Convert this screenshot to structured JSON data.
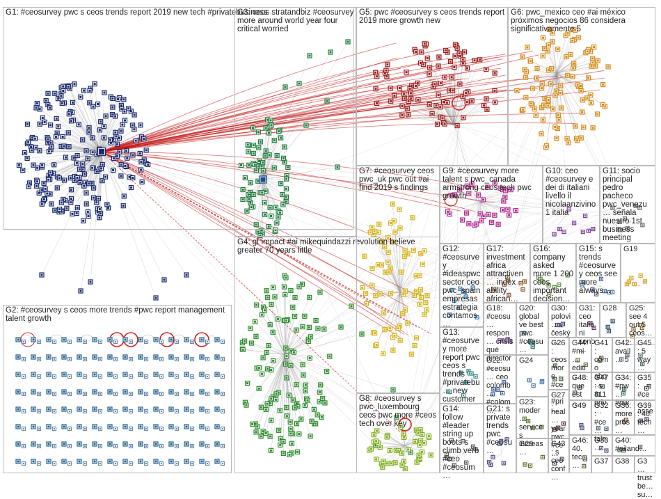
{
  "groups": [
    {
      "id": "G1",
      "label": "G1: #ceosurvey pwc s ceos trends report 2019 new tech #privatebusiness",
      "color": "#1a2a6c"
    },
    {
      "id": "G2",
      "label": "G2: #ceosurvey s ceos more trends #pwc report management talent growth",
      "color": "#1f5f8b"
    },
    {
      "id": "G3",
      "label": "G3: ceos stratandbiz #ceosurvey more around world year four critical worried",
      "color": "#1e7a3c"
    },
    {
      "id": "G4",
      "label": "G4: gt impact #ai mikequindazzi revolution believe greater 70 years little",
      "color": "#2c8a2c"
    },
    {
      "id": "G5",
      "label": "G5: pwc #ceosurvey s ceos trends report 2019 more growth new",
      "color": "#9b1b1b"
    },
    {
      "id": "G6",
      "label": "G6: pwc_mexico ceo #ai méxico próximos negocios 86 considera significativamente 5",
      "color": "#d48a1a"
    },
    {
      "id": "G7",
      "label": "G7: #ceosurvey ceos pwc_uk pwc out #ai find 2019 s findings",
      "color": "#d4b21a"
    },
    {
      "id": "G8",
      "label": "G8: #ceosurvey s pwc_luxembourg ceos pwc more #ceos tech over key",
      "color": "#7fae1a"
    },
    {
      "id": "G9",
      "label": "G9: #ceosurvey more talent s pwc_canada armstrong ceos tech pwc growth",
      "color": "#b02a8a"
    },
    {
      "id": "G10",
      "label": "G10: ceo #ceosurvey e dei di italiani livello il nicolaanzivino1 italia",
      "color": "#7a3a9a"
    },
    {
      "id": "G11",
      "label": "G11: socio principal pedro pacheco pwc_venezu… señala nuestro 1st business meeting",
      "color": "#6a6a6a"
    },
    {
      "id": "G12",
      "label": "G12: #ceosurvey #ideaspwc sector ceo pwc_spain empresas estrategia contamos…",
      "color": "#3a7ab0"
    },
    {
      "id": "G13",
      "label": "G13: #ceosurvey more report pwc ceos s trends #privatebu… new customer",
      "color": "#3a8a8a"
    },
    {
      "id": "G14",
      "label": "G14: follow #leader string up boots s climb verb #ceo #ceosum…",
      "color": "#5a5a5a"
    },
    {
      "id": "G15",
      "label": "G15: s trends #ceosurvey ceos see more always…",
      "color": "#4a6a9a"
    },
    {
      "id": "G16",
      "label": "G16: company asked more 1 200 ceos important decision…",
      "color": "#5a8a3a"
    },
    {
      "id": "G17",
      "label": "G17: investment africa attractiven… index ability african…",
      "color": "#8a5a2a"
    },
    {
      "id": "G18",
      "label": "G18: #ceosu… respon… crisis qué director…",
      "color": "#6a4a8a"
    },
    {
      "id": "G19",
      "label": "G19",
      "color": "#d4a01a"
    },
    {
      "id": "G20",
      "label": "G20: global ve best pwc #ceosu…",
      "color": "#2a6a6a"
    },
    {
      "id": "G21",
      "label": "G21: s private trends pwc #ceosu…",
      "color": "#4a4a8a"
    },
    {
      "id": "G22",
      "label": "G22: #ceosu… ceo colomb… #colom…",
      "color": "#3a5a9a"
    },
    {
      "id": "G23",
      "label": "G23: moder… services increas…",
      "color": "#5a7a3a"
    },
    {
      "id": "G24",
      "label": "G24",
      "color": "#4a7ab0"
    },
    {
      "id": "G25",
      "label": "G25: see 4 out 5 ceos…",
      "color": "#8a6a2a"
    },
    {
      "id": "G26",
      "label": "G26: ceos more #ce… #pri…",
      "color": "#3a5a3a"
    },
    {
      "id": "G27",
      "label": "G27: heal… year pwc #ce…",
      "color": "#5a3a3a"
    },
    {
      "id": "G28",
      "label": "G28",
      "color": "#2a4a6a"
    },
    {
      "id": "G29",
      "label": "G29",
      "color": "#6a6a2a"
    },
    {
      "id": "G30",
      "label": "G30: polovi… český…",
      "color": "#3a3a6a"
    },
    {
      "id": "G31",
      "label": "G31: ceo italiani sono…",
      "color": "#6a3a6a"
    },
    {
      "id": "G32",
      "label": "G32: #ce… tale…",
      "color": "#4a5a6a"
    },
    {
      "id": "G33",
      "label": "G33",
      "color": "#5a5a7a"
    },
    {
      "id": "G34",
      "label": "G34: #pw… #pw…",
      "color": "#3a6a4a"
    },
    {
      "id": "G35",
      "label": "G35: #ce… asse…",
      "color": "#4a4a4a"
    },
    {
      "id": "G36",
      "label": "G36: more pros…",
      "color": "#6a4a3a"
    },
    {
      "id": "G37",
      "label": "G37",
      "color": "#3a4a7a"
    },
    {
      "id": "G38",
      "label": "G38",
      "color": "#4a6a6a"
    },
    {
      "id": "G39",
      "label": "G39: 40. tech…",
      "color": "#5a4a6a"
    },
    {
      "id": "G40",
      "label": "G40: #oiland…",
      "color": "#4a5a4a"
    },
    {
      "id": "G41",
      "label": "G41: cómo abo…",
      "color": "#6a5a4a"
    },
    {
      "id": "G42",
      "label": "G42: avail… 5",
      "color": "#5a6a7a"
    },
    {
      "id": "G43",
      "label": "G43: s ceo conf…",
      "color": "#4a4a6a"
    },
    {
      "id": "G44",
      "label": "G44: #mi… editi…",
      "color": "#6a6a4a"
    },
    {
      "id": "G45",
      "label": "G45: 5 way…",
      "color": "#4a6a5a"
    },
    {
      "id": "G46",
      "label": "G46: 40. tec…",
      "color": "#5a5a4a"
    },
    {
      "id": "G47",
      "label": "G47: s 811 priv…",
      "color": "#3a5a5a"
    },
    {
      "id": "G48",
      "label": "G48: que est…",
      "color": "#6a4a5a"
    },
    {
      "id": "G49",
      "label": "G49",
      "color": "#4a5a7a"
    },
    {
      "id": "G3x",
      "label": "G3… trust be… su…",
      "color": "#4a4a5a"
    }
  ]
}
